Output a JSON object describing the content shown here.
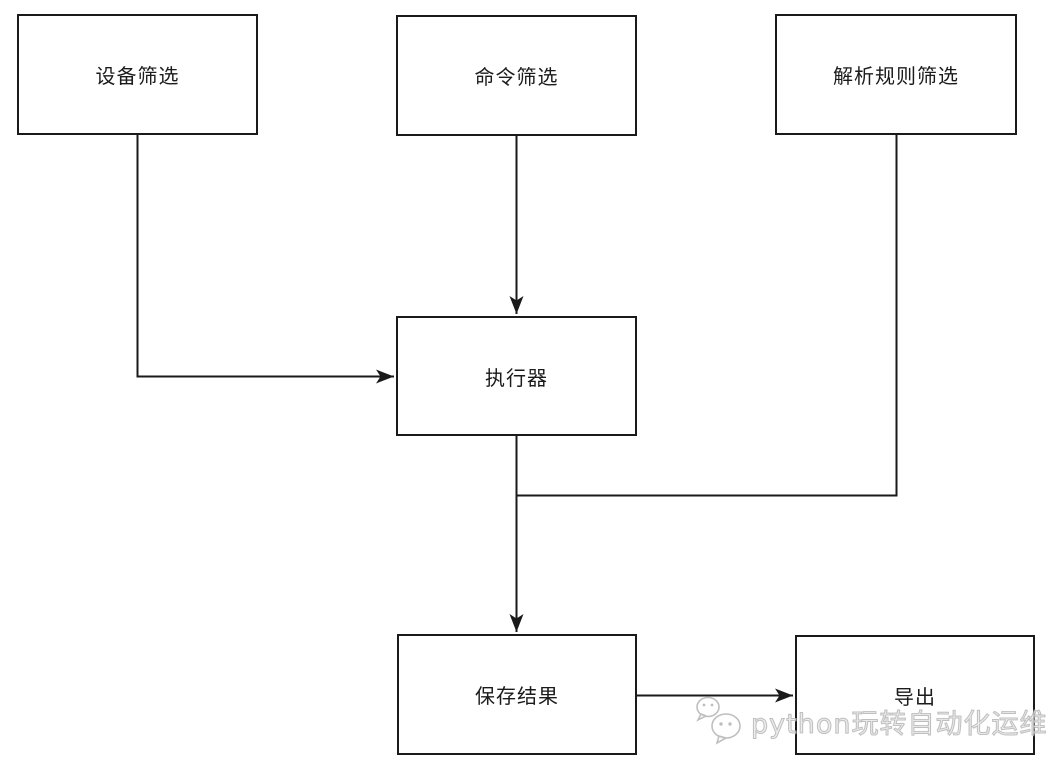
{
  "diagram": {
    "title": "command-execution-flowchart",
    "nodes": [
      {
        "id": "device-filter",
        "label": "设备筛选"
      },
      {
        "id": "command-filter",
        "label": "命令筛选"
      },
      {
        "id": "parse-rule-filter",
        "label": "解析规则筛选"
      },
      {
        "id": "executor",
        "label": "执行器"
      },
      {
        "id": "save-result",
        "label": "保存结果"
      },
      {
        "id": "export",
        "label": "导出"
      }
    ],
    "edges": [
      {
        "from": "device-filter",
        "to": "executor",
        "arrow": true
      },
      {
        "from": "command-filter",
        "to": "executor",
        "arrow": true
      },
      {
        "from": "parse-rule-filter",
        "to": "save-result",
        "arrow": false
      },
      {
        "from": "executor",
        "to": "save-result",
        "arrow": true
      },
      {
        "from": "save-result",
        "to": "export",
        "arrow": true
      }
    ]
  },
  "watermark": {
    "icon": "wechat-icon",
    "text": "python玩转自动化运维"
  },
  "colors": {
    "background": "#ffffff",
    "box_fill": "#ffffff",
    "box_border": "#1a1a1a",
    "line": "#1a1a1a",
    "text": "#1b1b1b",
    "watermark": "#b5b5b5"
  }
}
